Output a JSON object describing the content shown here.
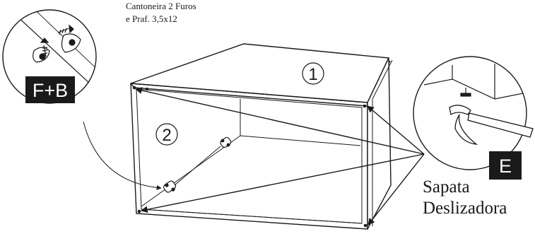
{
  "labels": {
    "bracket_line1": "Cantoneira 2 Furos",
    "bracket_line2": "e Praf. 3,5x12",
    "part_top": "1",
    "part_side": "2",
    "callout_left": "F+B",
    "callout_right": "E",
    "glide_line1": "Sapata",
    "glide_line2": "Deslizadora"
  },
  "colors": {
    "ink": "#1a1a1a",
    "badge_bg": "#1a1a1a",
    "badge_text": "#ffffff",
    "paper": "#ffffff"
  },
  "icons": [
    "screw-icon",
    "hammer-icon",
    "bracket-icon",
    "glide-pad-icon"
  ]
}
